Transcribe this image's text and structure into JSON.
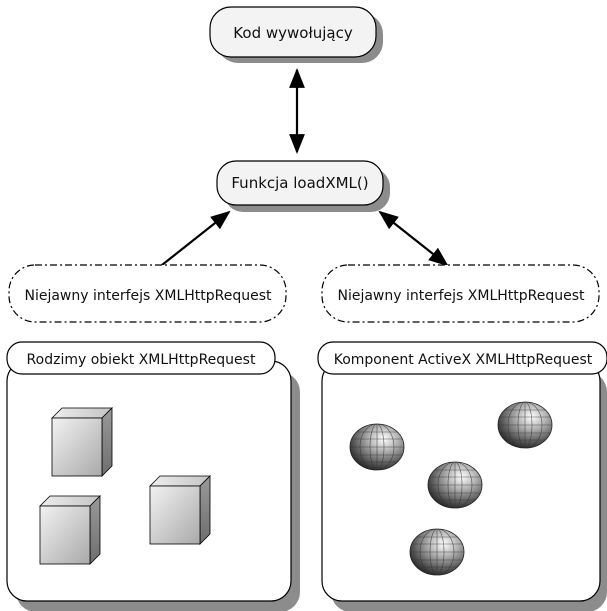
{
  "diagram": {
    "nodes": {
      "caller": {
        "label": "Kod wywołujący"
      },
      "load_xml": {
        "label": "Funkcja loadXML()"
      },
      "iface_left": {
        "label": "Niejawny interfejs XMLHttpRequest"
      },
      "iface_right": {
        "label": "Niejawny interfejs XMLHttpRequest"
      },
      "native_panel": {
        "label": "Rodzimy obiekt XMLHttpRequest"
      },
      "activex_panel": {
        "label": "Komponent ActiveX XMLHttpRequest"
      }
    },
    "native_icons": [
      "cube-icon",
      "cube-icon",
      "cube-icon"
    ],
    "activex_icons": [
      "sphere-icon",
      "sphere-icon",
      "sphere-icon",
      "sphere-icon"
    ],
    "colors": {
      "node_fill": "#f3f3f3",
      "shadow": "#8c8c8c",
      "stroke": "#000000",
      "cube_front": "#d2d2d2",
      "sphere_dark": "#4a4a4a"
    }
  }
}
